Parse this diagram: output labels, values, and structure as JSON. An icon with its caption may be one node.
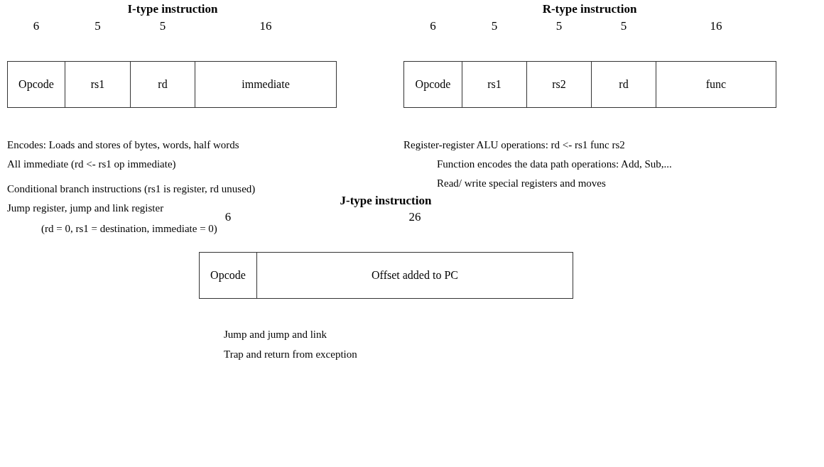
{
  "diagram": {
    "nodes": [
      {
        "text": [
          "Opcode"
        ],
        "beside": [
          "6"
        ]
      },
      {
        "text": [
          "rs1"
        ],
        "beside": [
          "5"
        ]
      },
      {
        "text": [
          "rd"
        ],
        "beside": [
          "5"
        ]
      },
      {
        "text": [
          "immediate"
        ],
        "beside": [
          "16"
        ]
      },
      {
        "text": [
          "Opcode"
        ],
        "beside": [
          "6"
        ]
      },
      {
        "text": [
          "rs1"
        ],
        "beside": [
          "5"
        ]
      },
      {
        "text": [
          "rs2"
        ],
        "beside": [
          "5"
        ]
      },
      {
        "text": [
          "rd"
        ],
        "beside": [
          "5"
        ]
      },
      {
        "text": [
          "func"
        ],
        "beside": [
          "16"
        ]
      },
      {
        "text": [
          "Opcode"
        ],
        "beside": [
          "6"
        ]
      },
      {
        "text": [
          "Offset added to PC"
        ],
        "beside": [
          "26"
        ]
      }
    ],
    "labels": [
      "I-type instruction",
      "R-type instruction",
      "Encodes: Loads and stores of bytes, words, half words",
      "Register-register ALU operations: rd <- rs1 func rs2",
      "All immediate (rd <- rs1 op immediate)",
      "Function encodes the data path operations: Add, Sub,...",
      "Read/ write special registers and moves",
      "Conditional branch instructions (rs1 is register, rd unused)",
      "Jump register, jump and link register",
      "(rd = 0, rs1 = destination, immediate = 0)",
      "J-type instruction",
      "Jump and jump and link",
      "Trap and return from exception"
    ]
  }
}
